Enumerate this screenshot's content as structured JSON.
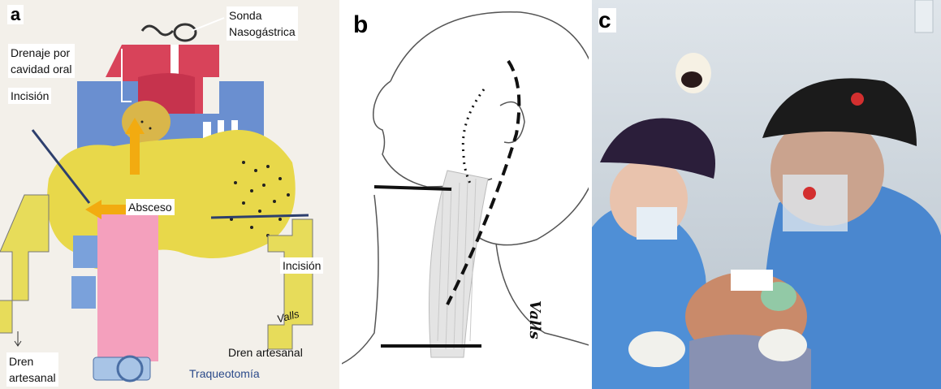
{
  "panels": {
    "a": {
      "letter": "a",
      "labels": {
        "sonda": "Sonda\nNasogástrica",
        "drenaje": "Drenaje por\ncavidad oral",
        "incision_left": "Incisión",
        "absceso": "Absceso",
        "incision_right": "Incisión",
        "dren_left": "Dren\nartesanal",
        "dren_right": "Dren  artesanal",
        "traqueotomia": "Traqueotomía",
        "signature": "Valls"
      },
      "colors": {
        "abscess": "#e8d84a",
        "arrow": "#f2ab10",
        "mucosa": "#d8435a",
        "vertebra": "#6a8fd0",
        "esophagus": "#f4a0bd",
        "drain": "#e7dc5a"
      }
    },
    "b": {
      "letter": "b",
      "signature": "Valls"
    },
    "c": {
      "letter": "c",
      "colors": {
        "gown": "#4f8fd6",
        "wall": "#cfd6dc"
      }
    }
  }
}
